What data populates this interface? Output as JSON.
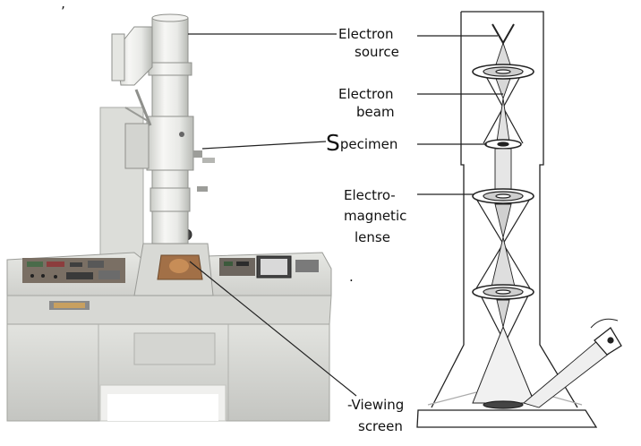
{
  "labels": {
    "electron_source_1": "Electron",
    "electron_source_2": "source",
    "electron_beam_1": "Electron",
    "electron_beam_2": "beam",
    "specimen_initial": "S",
    "specimen_rest": "pecimen",
    "lens_1": "Electro-",
    "lens_2": "magnetic",
    "lens_3": "lense",
    "screen_1": "-Viewing",
    "screen_2": "screen"
  },
  "stray_marks": {
    "top_left": "ʼ",
    "dot": "."
  }
}
